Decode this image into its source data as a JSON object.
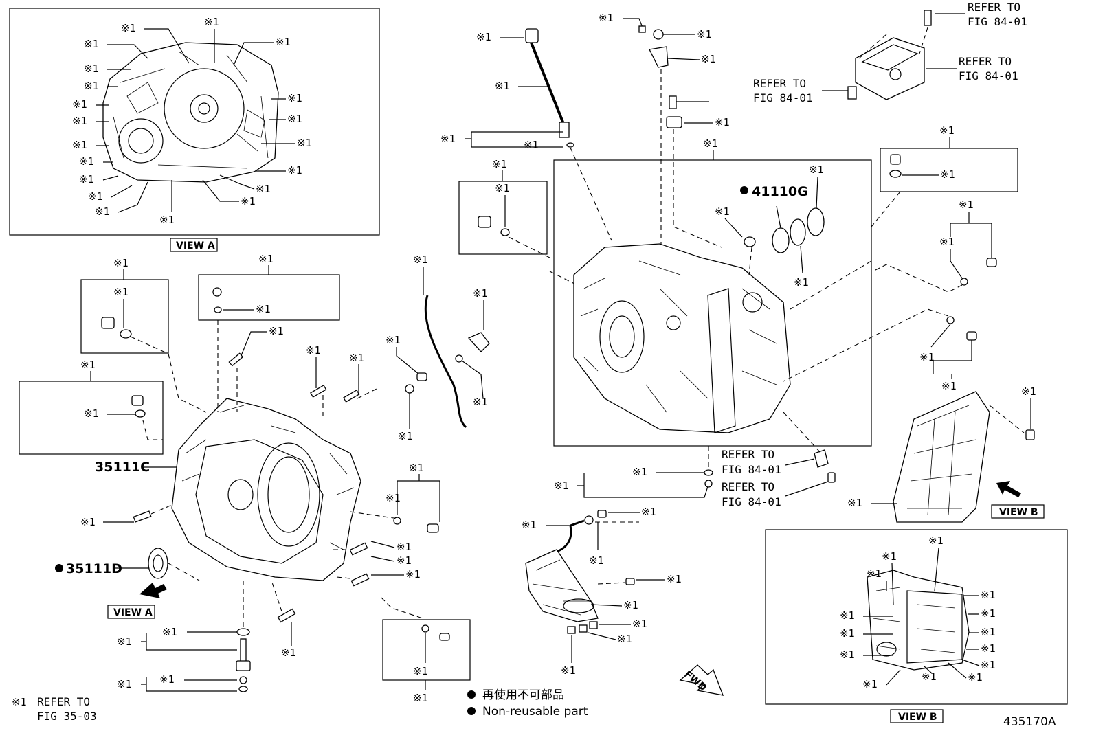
{
  "callout_mark": "※1",
  "view_a_label": "VIEW A",
  "view_b_label": "VIEW B",
  "part_numbers": {
    "case_main": "41110G",
    "housing": "35111C",
    "oil_seal": "35111D"
  },
  "refer_fig_84_01": [
    "REFER TO",
    "FIG 84-01"
  ],
  "refer_fig_35_03": [
    "REFER TO",
    "FIG 35-03"
  ],
  "legend": {
    "note_jp": "再使用不可部品",
    "note_en": "Non-reusable part"
  },
  "forward_label": "FWD",
  "figure_code": "435170A"
}
